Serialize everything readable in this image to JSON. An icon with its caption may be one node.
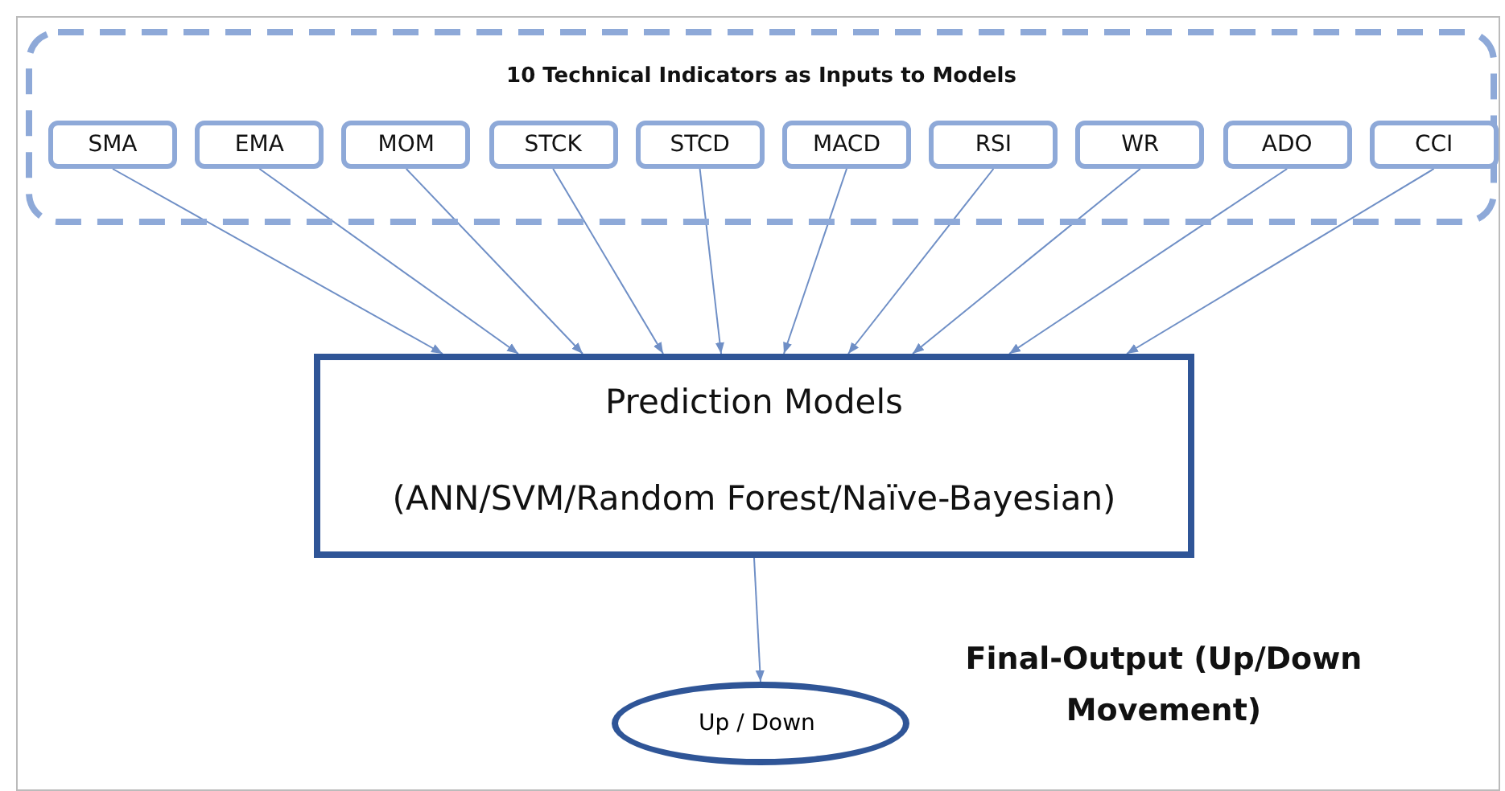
{
  "diagram": {
    "nodes": [
      {
        "text": [
          "10 Technical Indicators as Inputs to Models"
        ]
      },
      {
        "text": [
          "SMA"
        ],
        "in": 0
      },
      {
        "text": [
          "EMA"
        ],
        "in": 0
      },
      {
        "text": [
          "MOM"
        ],
        "in": 0
      },
      {
        "text": [
          "STCK"
        ],
        "in": 0
      },
      {
        "text": [
          "STCD"
        ],
        "in": 0
      },
      {
        "text": [
          "MACD"
        ],
        "in": 0
      },
      {
        "text": [
          "RSI"
        ],
        "in": 0
      },
      {
        "text": [
          "WR"
        ],
        "in": 0
      },
      {
        "text": [
          "ADO"
        ],
        "in": 0
      },
      {
        "text": [
          "CCI"
        ],
        "in": 0
      },
      {
        "text": [
          "Prediction Models",
          "(ANN/SVM/Random Forest/Naïve-Bayesian)"
        ]
      },
      {
        "text": [
          "Up / Down"
        ],
        "beside": [
          "Final-Output (Up/Down Movement)"
        ]
      }
    ],
    "edges": [
      {
        "from": 1,
        "to": 11,
        "arrow": "to"
      },
      {
        "from": 2,
        "to": 11,
        "arrow": "to"
      },
      {
        "from": 3,
        "to": 11,
        "arrow": "to"
      },
      {
        "from": 4,
        "to": 11,
        "arrow": "to"
      },
      {
        "from": 5,
        "to": 11,
        "arrow": "to"
      },
      {
        "from": 6,
        "to": 11,
        "arrow": "to"
      },
      {
        "from": 7,
        "to": 11,
        "arrow": "to"
      },
      {
        "from": 8,
        "to": 11,
        "arrow": "to"
      },
      {
        "from": 9,
        "to": 11,
        "arrow": "to"
      },
      {
        "from": 10,
        "to": 11,
        "arrow": "to"
      },
      {
        "from": 11,
        "to": 12,
        "arrow": "to"
      }
    ]
  }
}
